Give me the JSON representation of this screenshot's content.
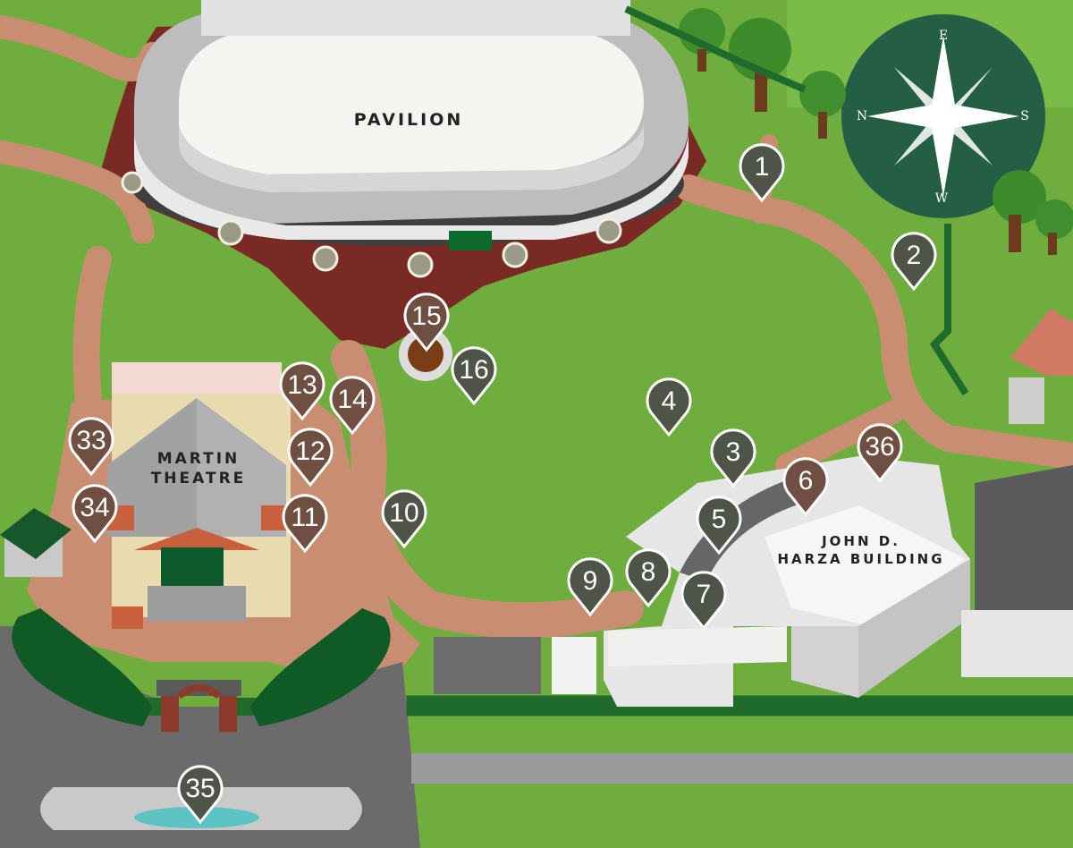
{
  "buildings": {
    "pavilion": "PAVILION",
    "martin_line1": "MARTIN",
    "martin_line2": "THEATRE",
    "harza_line1": "JOHN D.",
    "harza_line2": "HARZA BUILDING"
  },
  "compass": {
    "north": "N",
    "south": "S",
    "east": "E",
    "west": "W"
  },
  "colors": {
    "grass": "#6fae3e",
    "path": "#c98e71",
    "mulch": "#7a2a24",
    "pin_gray": "#4e5548",
    "pin_brown": "#6e4f42",
    "compass_bg": "#235e45",
    "fence": "#1f6b2c"
  },
  "markers": [
    {
      "label": "1",
      "tone": "gray"
    },
    {
      "label": "2",
      "tone": "gray"
    },
    {
      "label": "3",
      "tone": "gray"
    },
    {
      "label": "4",
      "tone": "gray"
    },
    {
      "label": "5",
      "tone": "gray"
    },
    {
      "label": "6",
      "tone": "brown"
    },
    {
      "label": "7",
      "tone": "gray"
    },
    {
      "label": "8",
      "tone": "gray"
    },
    {
      "label": "9",
      "tone": "gray"
    },
    {
      "label": "10",
      "tone": "gray"
    },
    {
      "label": "11",
      "tone": "brown"
    },
    {
      "label": "12",
      "tone": "brown"
    },
    {
      "label": "13",
      "tone": "brown"
    },
    {
      "label": "14",
      "tone": "brown"
    },
    {
      "label": "15",
      "tone": "brown"
    },
    {
      "label": "16",
      "tone": "gray"
    },
    {
      "label": "33",
      "tone": "brown"
    },
    {
      "label": "34",
      "tone": "brown"
    },
    {
      "label": "35",
      "tone": "gray"
    },
    {
      "label": "36",
      "tone": "brown"
    }
  ]
}
